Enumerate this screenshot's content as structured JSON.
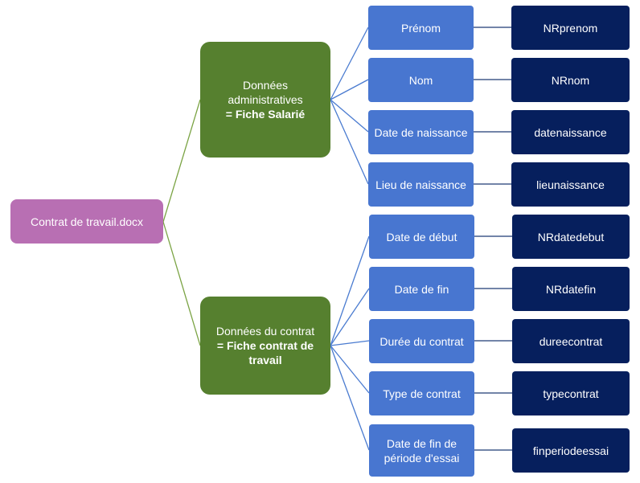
{
  "colors": {
    "root": "#b86fb3",
    "branch": "#56802f",
    "field": "#4876d0",
    "variable": "#061f5d",
    "connector_root": "#7aa343",
    "connector_branch": "#4a7bd0",
    "connector_var": "#1f3a75"
  },
  "root": {
    "label": "Contrat de travail.docx"
  },
  "branches": [
    {
      "title": "Données administratives",
      "subtitle": "= Fiche Salarié",
      "fields": [
        {
          "label": "Prénom",
          "variable": "NRprenom"
        },
        {
          "label": "Nom",
          "variable": "NRnom"
        },
        {
          "label": "Date de naissance",
          "variable": "datenaissance"
        },
        {
          "label": "Lieu de naissance",
          "variable": "lieunaissance"
        }
      ]
    },
    {
      "title": "Données du contrat",
      "subtitle": "= Fiche contrat de travail",
      "fields": [
        {
          "label": "Date de début",
          "variable": "NRdatedebut"
        },
        {
          "label": "Date de fin",
          "variable": "NRdatefin"
        },
        {
          "label": "Durée du contrat",
          "variable": "dureecontrat"
        },
        {
          "label": "Type de contrat",
          "variable": "typecontrat"
        },
        {
          "label": "Date de fin de période d'essai",
          "variable": "finperiodeessai"
        }
      ]
    }
  ]
}
